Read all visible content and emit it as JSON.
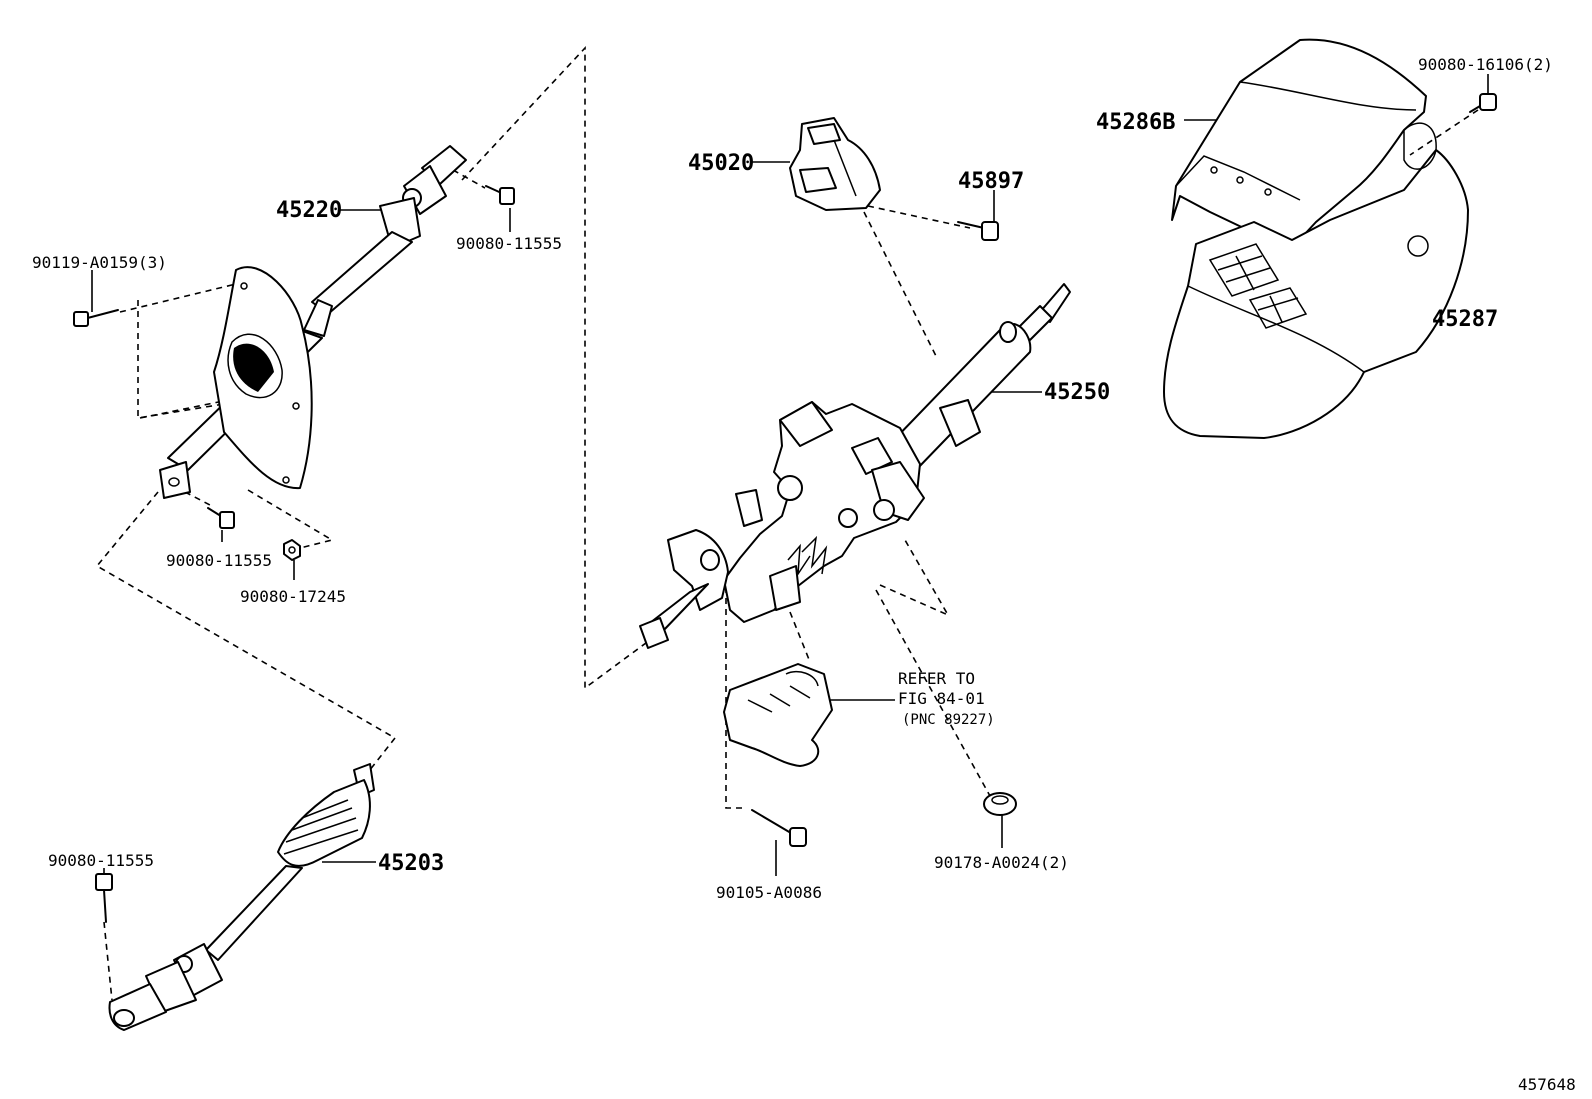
{
  "diagram_id": "457648",
  "note": {
    "line1": "REFER TO",
    "line2": "FIG 84-01",
    "line3": "(PNC 89227)"
  },
  "callouts": {
    "p45220": "45220",
    "p90080_11555_a": "90080-11555",
    "p90119_a0159": "90119-A0159(3)",
    "p90080_11555_b": "90080-11555",
    "p90080_17245": "90080-17245",
    "p90080_11555_c": "90080-11555",
    "p45203": "45203",
    "p45020": "45020",
    "p45897": "45897",
    "p45250": "45250",
    "p90105_a0086": "90105-A0086",
    "p90178_a0024": "90178-A0024(2)",
    "p90080_16106": "90080-16106(2)",
    "p45286b": "45286B",
    "p45287": "45287"
  }
}
